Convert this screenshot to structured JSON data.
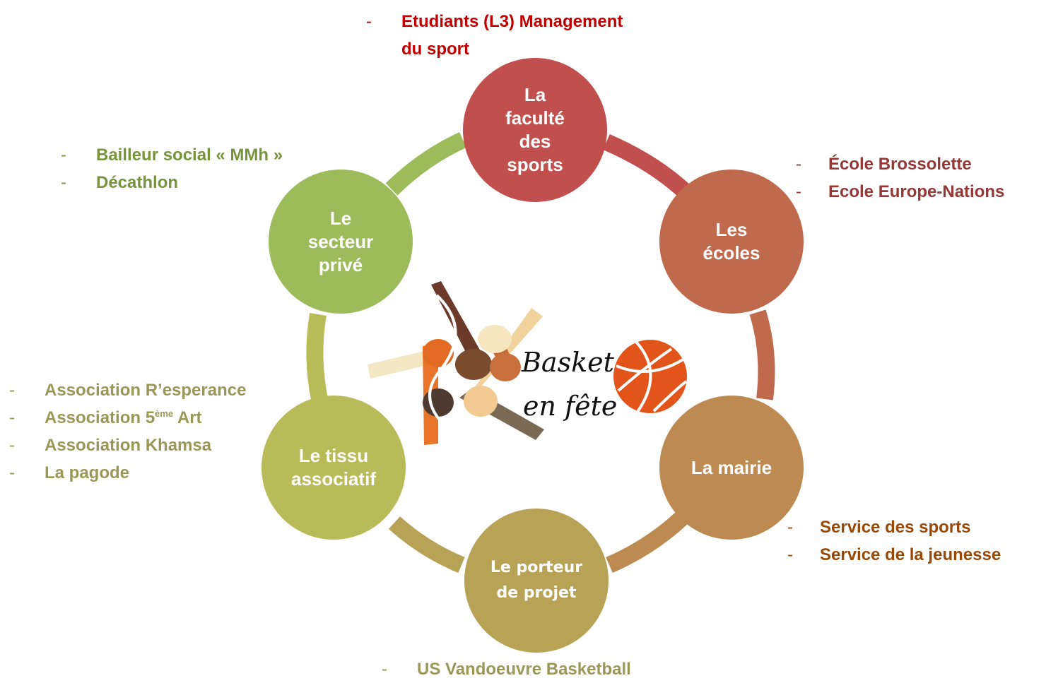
{
  "colors": {
    "faculte": "#c14f4d",
    "ecoles": "#c06a4d",
    "mairie": "#bd8a52",
    "porteur": "#b8a255",
    "tissu": "#b8bb58",
    "prive": "#9cbb5b",
    "text_red": "#c00000",
    "text_brown": "#953735",
    "text_orange": "#984807",
    "text_olive": "#9a9857",
    "text_green": "#77933c"
  },
  "nodes": {
    "faculte": "La\nfaculté\ndes\nsports",
    "ecoles": "Les\nécoles",
    "mairie": "La mairie",
    "porteur": "Le porteur\nde projet",
    "tissu": "Le tissu\nassociatif",
    "prive": "Le\nsecteur\nprivé"
  },
  "lists": {
    "faculte": [
      "Etudiants (L3) Management",
      "du sport"
    ],
    "ecoles": [
      "École Brossolette",
      "Ecole Europe-Nations"
    ],
    "mairie": [
      "Service des sports",
      "Service de la jeunesse"
    ],
    "porteur": [
      "US Vandoeuvre Basketball"
    ],
    "tissu": [
      "Association R’esperance",
      "Association 5",
      "ème",
      " Art",
      "Association Khamsa",
      "La pagode"
    ],
    "prive": [
      "Bailleur social « MMh »",
      "Décathlon"
    ]
  },
  "logo": {
    "line1": "Basket",
    "line2": "en fête"
  }
}
